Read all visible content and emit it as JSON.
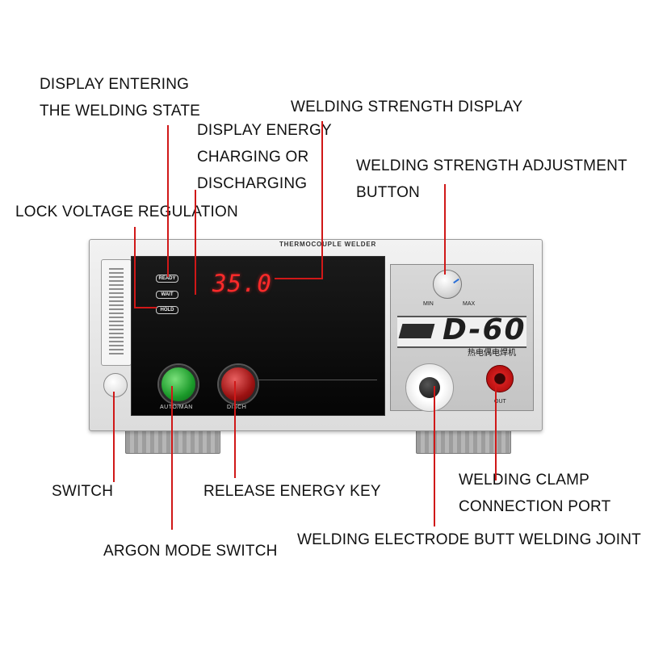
{
  "callouts": {
    "welding_state_line1": "DISPLAY ENTERING",
    "welding_state_line2": "THE WELDING STATE",
    "energy_line1": "DISPLAY ENERGY",
    "energy_line2": "CHARGING OR",
    "energy_line3": "DISCHARGING",
    "lock_voltage": "LOCK VOLTAGE REGULATION",
    "strength_display": "WELDING STRENGTH DISPLAY",
    "adjust_line1": "WELDING STRENGTH ADJUSTMENT",
    "adjust_line2": "BUTTON",
    "switch": "SWITCH",
    "release_key": "RELEASE ENERGY KEY",
    "clamp_line1": "WELDING CLAMP",
    "clamp_line2": "CONNECTION PORT",
    "argon_switch": "ARGON MODE SWITCH",
    "electrode_joint": "WELDING ELECTRODE BUTT WELDING JOINT"
  },
  "device": {
    "panel_title": "THERMOCOUPLE WELDER",
    "indicators": {
      "ready": "READY",
      "wait": "WAIT",
      "hold": "HOLD"
    },
    "display_value": "35.0",
    "buttons": {
      "auto_man": "AUTO/MAN",
      "disch": "DISCH"
    },
    "knob": {
      "min": "MIN",
      "max": "MAX"
    },
    "model": "D-60",
    "model_subtitle": "热电偶电焊机",
    "port_label": "OUT"
  },
  "colors": {
    "leader_line": "#d01818",
    "display_digits": "#ff2a2a",
    "auto_man_button": "#1b9a2a",
    "disch_button": "#9c1212"
  }
}
